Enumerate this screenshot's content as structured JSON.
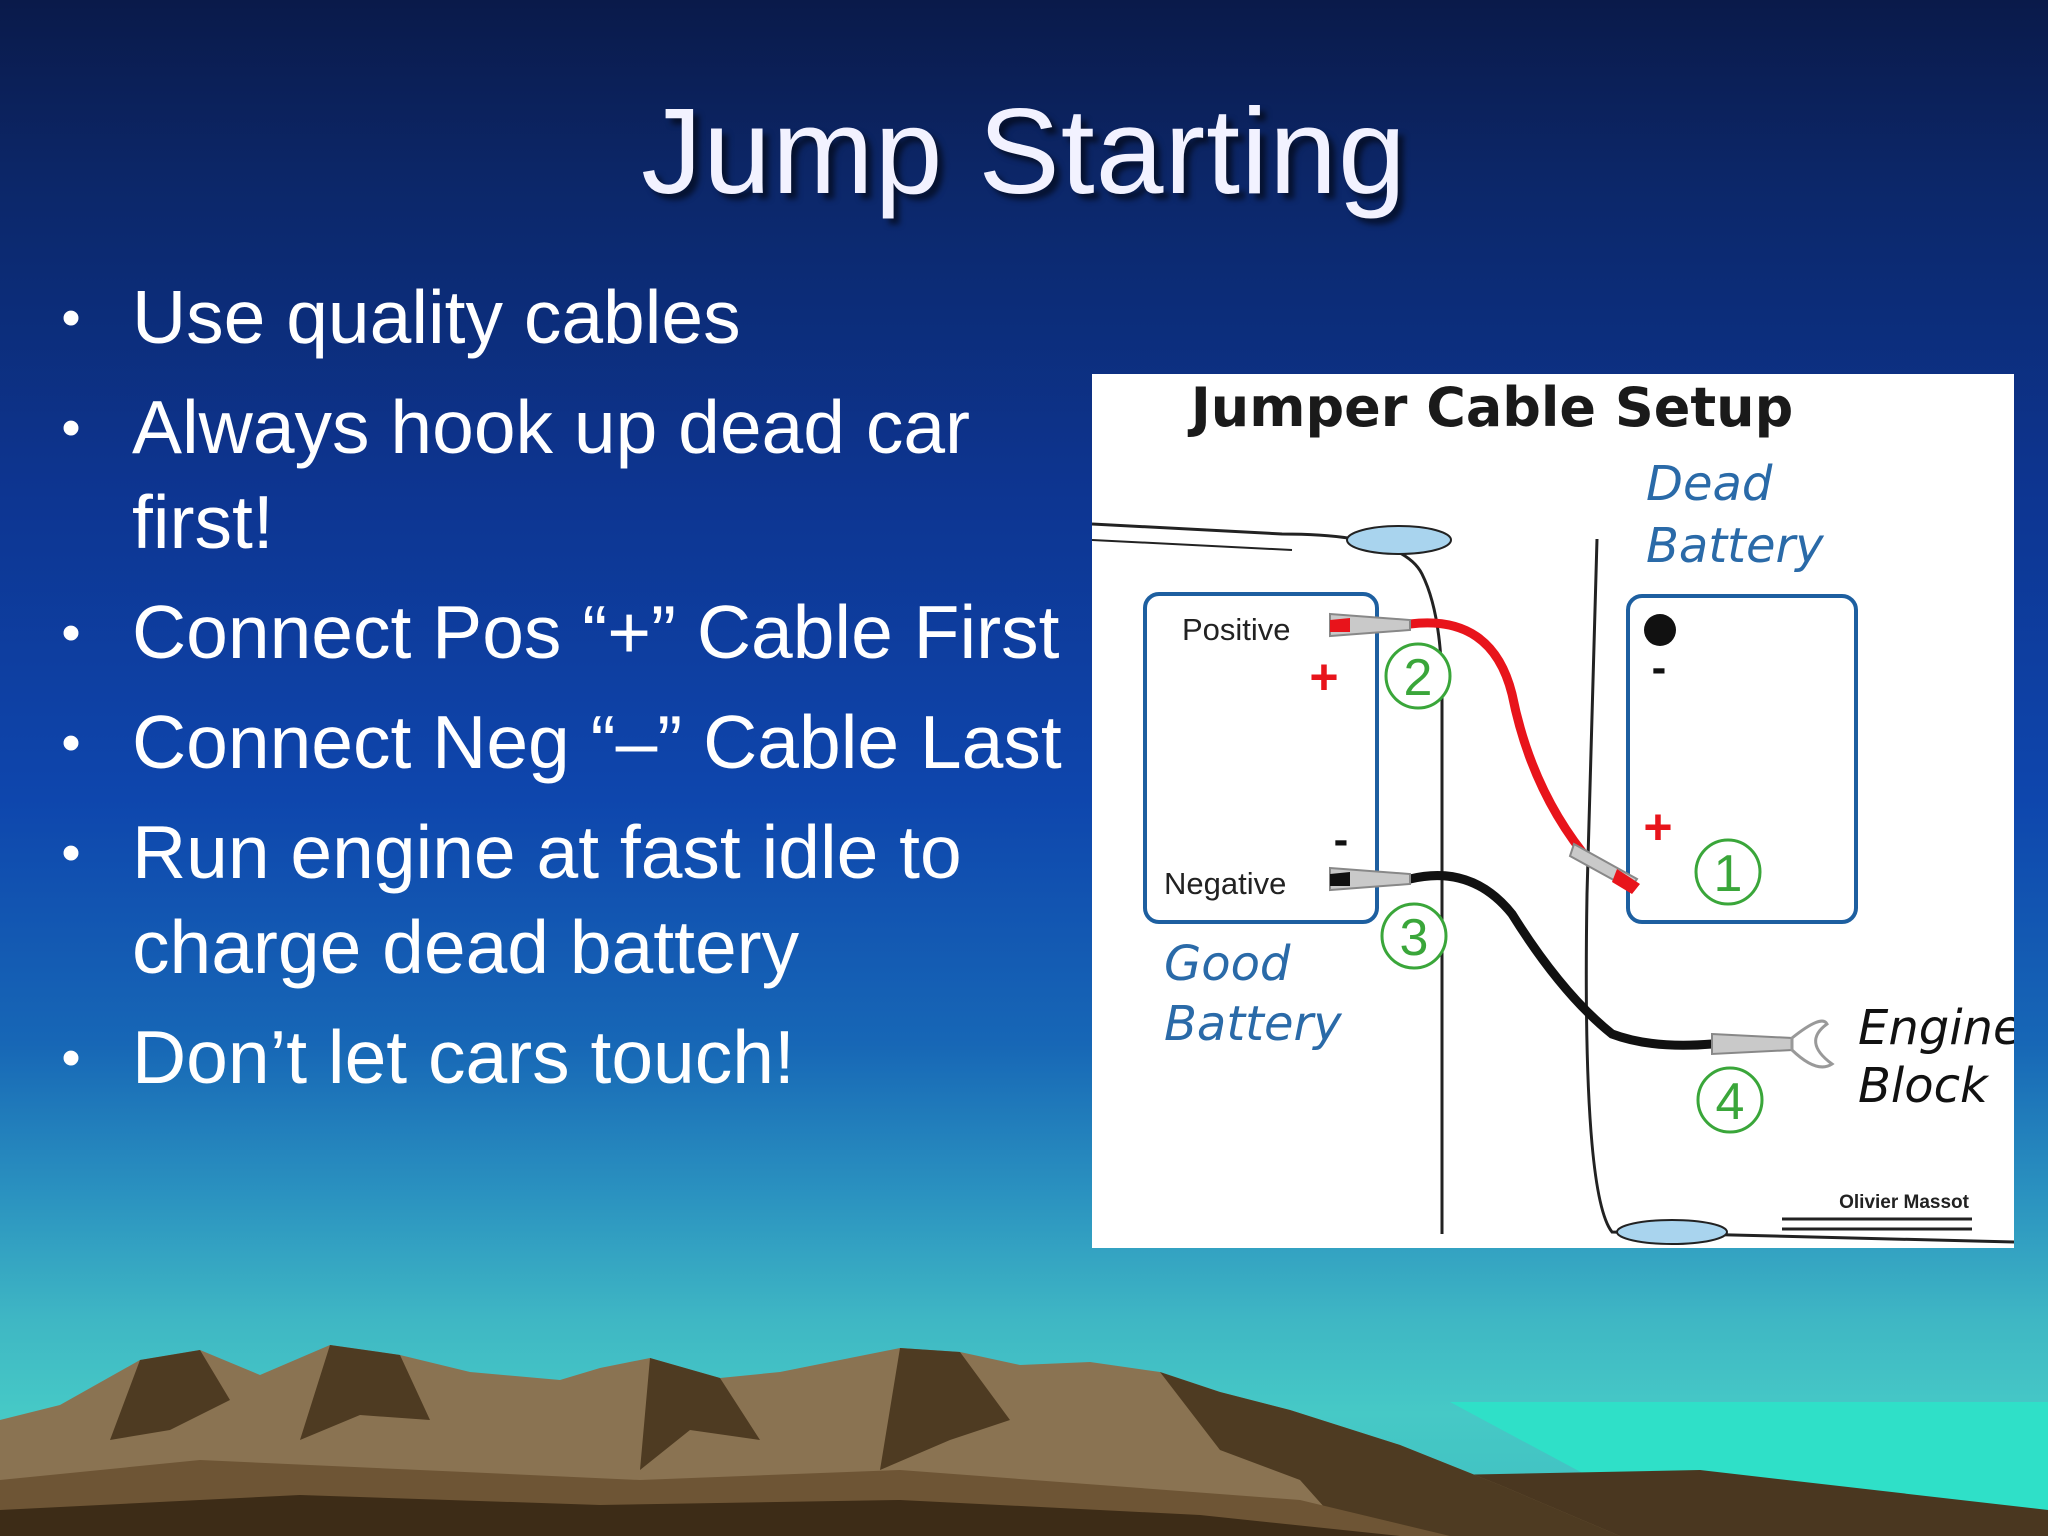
{
  "slide": {
    "title": "Jump Starting",
    "bullets": [
      "Use quality cables",
      "Always hook up dead car first!",
      "Connect Pos “+” Cable First",
      "Connect Neg “–” Cable Last",
      "Run engine at fast idle to charge dead battery",
      "Don’t let cars touch!"
    ],
    "bullet_glyph": "•"
  },
  "diagram": {
    "title": "Jumper Cable Setup",
    "dead_battery_label_1": "Dead",
    "dead_battery_label_2": "Battery",
    "good_battery_label_1": "Good",
    "good_battery_label_2": "Battery",
    "positive_label": "Positive",
    "negative_label": "Negative",
    "engine_block_label_1": "Engine",
    "engine_block_label_2": "Block",
    "plus_sign": "+",
    "minus_sign": "-",
    "step_1": "1",
    "step_2": "2",
    "step_3": "3",
    "step_4": "4",
    "credit": "Olivier Massot",
    "colors": {
      "positive_cable": "#e8141b",
      "negative_cable": "#111111",
      "battery_outline": "#1d5fa0",
      "step_circle": "#3aa63a",
      "label_blue": "#2a6aa8"
    }
  }
}
